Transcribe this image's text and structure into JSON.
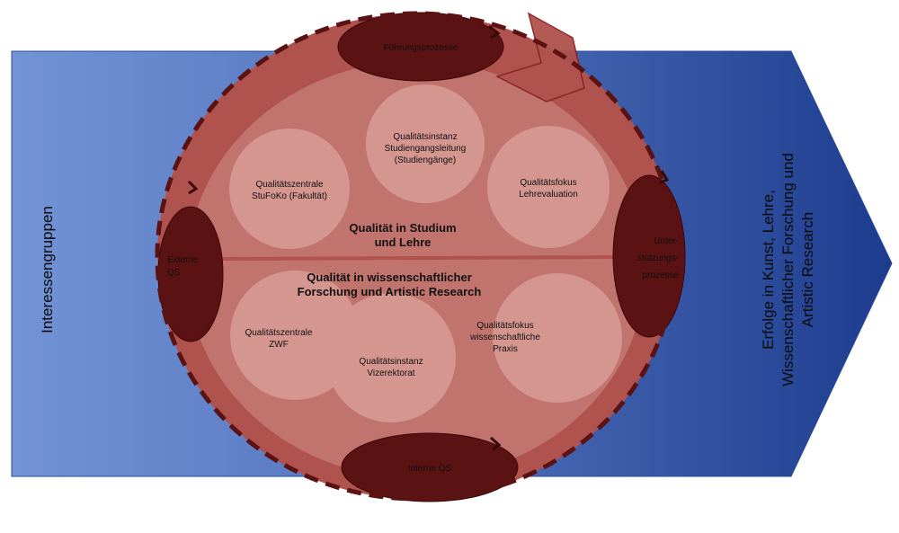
{
  "colors": {
    "arrow_light": "#7393d6",
    "arrow_dark": "#1d3c8e",
    "outer_ring": "#b0524e",
    "inner_area": "#c1746d",
    "circle": "#d4968f",
    "process": "#5a1212",
    "dash": "#5a1212"
  },
  "left_label": "Interessengruppen",
  "right_label": [
    "Erfolge in Kunst, Lehre,",
    "Wissenschaftlicher Forschung und",
    "Artistic Research"
  ],
  "processes": {
    "top": "Führungsprozesse",
    "bottom": "Interne QS",
    "left": [
      "Externe",
      "QS"
    ],
    "right": [
      "Unter-",
      "stützungs-",
      "prozesse"
    ]
  },
  "sections": {
    "teaching": [
      "Qualität in Studium",
      "und Lehre"
    ],
    "research": [
      "Qualität in wissenschaftlicher",
      "Forschung und Artistic Research"
    ]
  },
  "circles": {
    "teaching_center": [
      "Qualitätsinstanz",
      "Studiengangsleitung",
      "(Studiengänge)"
    ],
    "teaching_left": [
      "Qualitätszentrale",
      "StuFoKo (Fakultät)"
    ],
    "teaching_right": [
      "Qualitätsfokus",
      "Lehrevaluation"
    ],
    "research_left": [
      "Qualitätszentrale",
      "ZWF"
    ],
    "research_center": [
      "Qualitätsinstanz",
      "Vizerektorat"
    ],
    "research_right": [
      "Qualitätsfokus",
      "wissenschaftliche",
      "Praxis"
    ]
  }
}
